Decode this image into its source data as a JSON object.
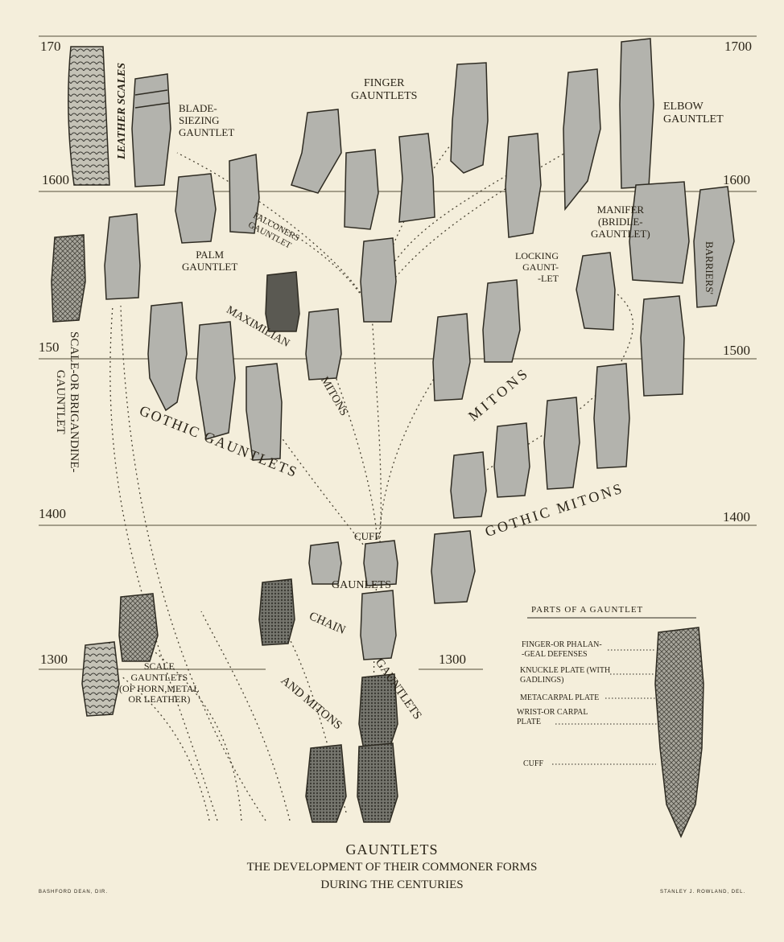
{
  "years": {
    "y1700_left": "170",
    "y1700_right": "1700",
    "y1600_left": "1600",
    "y1600_right": "1600",
    "y1500_left": "150",
    "y1500_right": "1500",
    "y1400_left": "1400",
    "y1400_right": "1400",
    "y1300_left": "1300",
    "y1300_mid": "1300"
  },
  "labels": {
    "leather_scales": "LEATHER SCALES",
    "blade_sieze": "BLADE-\nSIEZING\nGAUNTLET",
    "finger": "FINGER\nGAUNTLETS",
    "elbow": "ELBOW\nGAUNTLET",
    "falconers": "FALCONERS\nGAUNTLET",
    "palm": "PALM\nGAUNTLET",
    "manifer": "MANIFER\n(BRIDLE-\nGAUNTLET)",
    "barriers": "BARRIERS'",
    "locking": "LOCKING\nGAUNT-\n-LET",
    "maximilian": "MAXIMILIAN",
    "mitons_max": "MITONS",
    "mitons": "MITONS",
    "scale_brig": "SCALE-OR BRIGANDINE-\nGAUNTLET",
    "gothic_g": "GOTHIC GAUNTLETS",
    "gothic_m": "GOTHIC MITONS",
    "cuff": "CUFF",
    "gaunlets": "GAUNLETS",
    "chain": "CHAIN",
    "chain_g": "GAUNTLETS",
    "and_mitons": "AND MITONS",
    "scale_g": "SCALE\nGAUNTLETS\n(OF HORN,METAL\nOR LEATHER)"
  },
  "parts": {
    "title": "PARTS OF A GAUNTLET",
    "finger": "FINGER-OR PHALAN-\n-GEAL DEFENSES",
    "knuckle": "KNUCKLE PLATE (WITH\nGADLINGS)",
    "metacarpal": "METACARPAL PLATE",
    "wrist": "WRIST-OR CARPAL\nPLATE",
    "cuff": "CUFF"
  },
  "caption": {
    "title": "GAUNTLETS",
    "line1": "THE DEVELOPMENT OF THEIR COMMONER FORMS",
    "line2": "DURING THE CENTURIES"
  },
  "credits": {
    "left": "BASHFORD DEAN, DIR.",
    "right": "STANLEY J. ROWLAND, DEL."
  },
  "colors": {
    "paper": "#f4eedb",
    "ink": "#2a2418",
    "glove": "#b3b3ad",
    "mail": "#6b6b66"
  }
}
